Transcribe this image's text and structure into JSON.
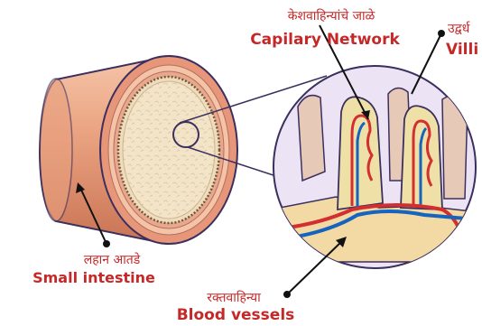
{
  "labels": {
    "capillary": {
      "mr": "केशवाहिन्यांचे जाळे",
      "en": "Capilary Network"
    },
    "villi": {
      "mr": "उद्वर्ध",
      "en": "Villi"
    },
    "small_intestine": {
      "mr": "लहान आतडे",
      "en": "Small intestine"
    },
    "blood_vessels": {
      "mr": "रक्तवाहिन्या",
      "en": "Blood vessels"
    }
  },
  "colors": {
    "tube_outer": "#e8a07e",
    "tube_inner_ring": "#f4c3a8",
    "lumen": "#f3e4c8",
    "villi_fill": "#e9cfc0",
    "magnify_fill": "#ece4f5",
    "outline": "#3b2f5e",
    "artery": "#d32f2f",
    "vein": "#1565c0",
    "label": "#c62828"
  }
}
